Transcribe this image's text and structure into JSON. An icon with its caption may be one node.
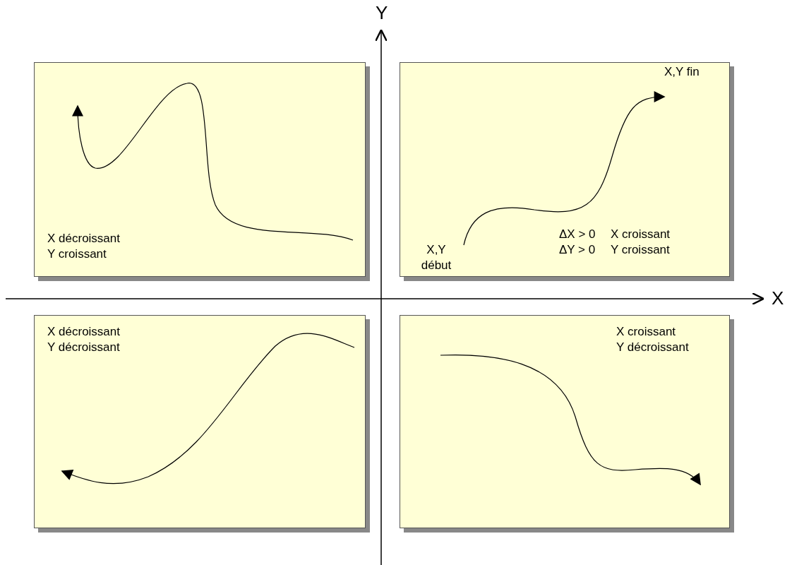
{
  "diagram": {
    "nodes": [
      {
        "text": [
          "X décroissant",
          "Y croissant"
        ]
      },
      {
        "text": [
          "ΔX > 0",
          "X croissant",
          "ΔY > 0",
          "Y croissant"
        ]
      },
      {
        "text": [
          "X,Y début"
        ],
        "in": 1
      },
      {
        "text": [
          "X,Y fin"
        ],
        "in": 1
      },
      {
        "text": [
          "X décroissant",
          "Y décroissant"
        ]
      },
      {
        "text": [
          "X croissant",
          "Y décroissant"
        ]
      }
    ],
    "edges": [
      {
        "from": 2,
        "to": 3,
        "arrow": "to"
      }
    ],
    "labels": [
      "Y",
      "X"
    ]
  }
}
